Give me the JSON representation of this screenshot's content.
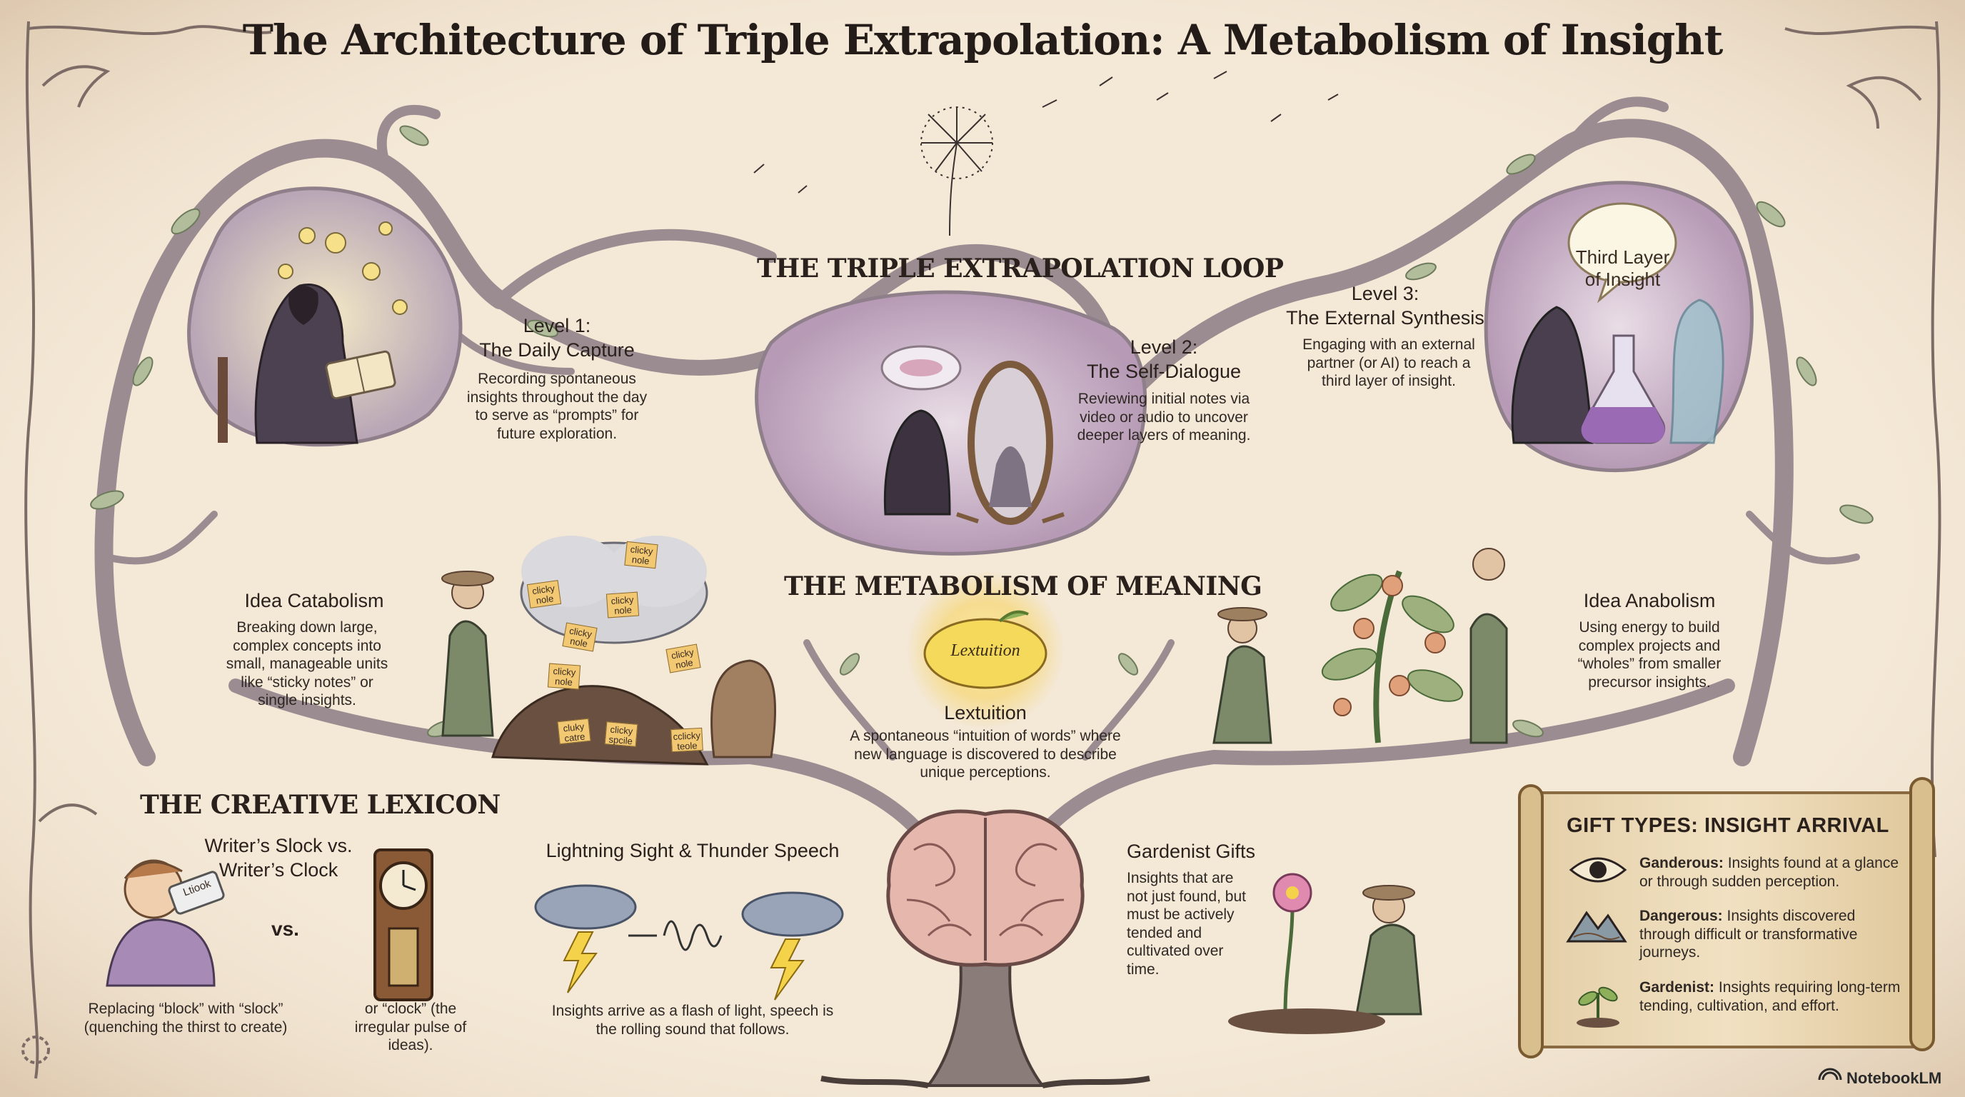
{
  "title": "The Architecture of Triple Extrapolation: A Metabolism of Insight",
  "loop": {
    "title": "THE TRIPLE EXTRAPOLATION LOOP",
    "level1": {
      "heading": "Level 1:\nThe Daily Capture",
      "body": "Recording spontaneous insights throughout the day to serve as “prompts” for future exploration."
    },
    "level2": {
      "heading": "Level 2:\nThe Self-Dialogue",
      "body": "Reviewing initial notes via video or audio to uncover deeper layers of meaning."
    },
    "level3": {
      "heading": "Level 3:\nThe External Synthesis",
      "body": "Engaging with an external partner (or AI) to reach a third layer of insight.",
      "bubble": "Third Layer of Insight"
    }
  },
  "metabolism": {
    "title": "THE METABOLISM OF MEANING",
    "catabolism": {
      "heading": "Idea Catabolism",
      "body": "Breaking down large, complex concepts into small, manageable units like “sticky notes” or single insights."
    },
    "lextuition": {
      "badge": "Lextuition",
      "heading": "Lextuition",
      "body": "A spontaneous “intuition of words” where new language is discovered to describe unique perceptions."
    },
    "anabolism": {
      "heading": "Idea Anabolism",
      "body": "Using energy to build complex projects and “wholes” from smaller precursor insights."
    },
    "sticky_notes": [
      "clicky\nnole",
      "clicky\nnole",
      "clicky\nnole",
      "clicky\nnole",
      "clicky\nnole",
      "clicky\nnole"
    ],
    "compost_notes": [
      "cluky\ncatre",
      "clicky\nspcile",
      "cclicky\nteole"
    ]
  },
  "lexicon": {
    "title": "THE CREATIVE LEXICON",
    "slock": {
      "heading": "Writer’s Slock vs.\nWriter’s Clock",
      "vs": "vs.",
      "can_label": "Ltiook",
      "left_caption": "Replacing “block” with “slock” (quenching the thirst to create)",
      "right_caption": "or “clock” (the irregular pulse of ideas)."
    },
    "lightning": {
      "heading": "Lightning Sight & Thunder Speech",
      "caption": "Insights arrive as a flash of light, speech is the rolling sound that follows."
    },
    "gardenist": {
      "heading": "Gardenist Gifts",
      "body": "Insights that are not just found, but must be actively tended and cultivated over time."
    }
  },
  "gift_types": {
    "title": "GIFT TYPES: INSIGHT ARRIVAL",
    "items": [
      {
        "name": "Ganderous:",
        "text": "Insights found at a glance or through sudden perception.",
        "icon": "eye-icon"
      },
      {
        "name": "Dangerous:",
        "text": "Insights discovered through difficult or transformative journeys.",
        "icon": "mountain-icon"
      },
      {
        "name": "Gardenist:",
        "text": "Insights requiring long-term tending, cultivation, and effort.",
        "icon": "sprout-icon"
      }
    ]
  },
  "brand": "NotebookLM",
  "colors": {
    "parchment": "#f4e8d6",
    "vine": "#9a8a8e",
    "vine_dark": "#6e5f66",
    "purple_wash": "#c9b3c9",
    "green_wash": "#a9b89a",
    "ink": "#2a211d",
    "gold": "#f3d46a"
  }
}
